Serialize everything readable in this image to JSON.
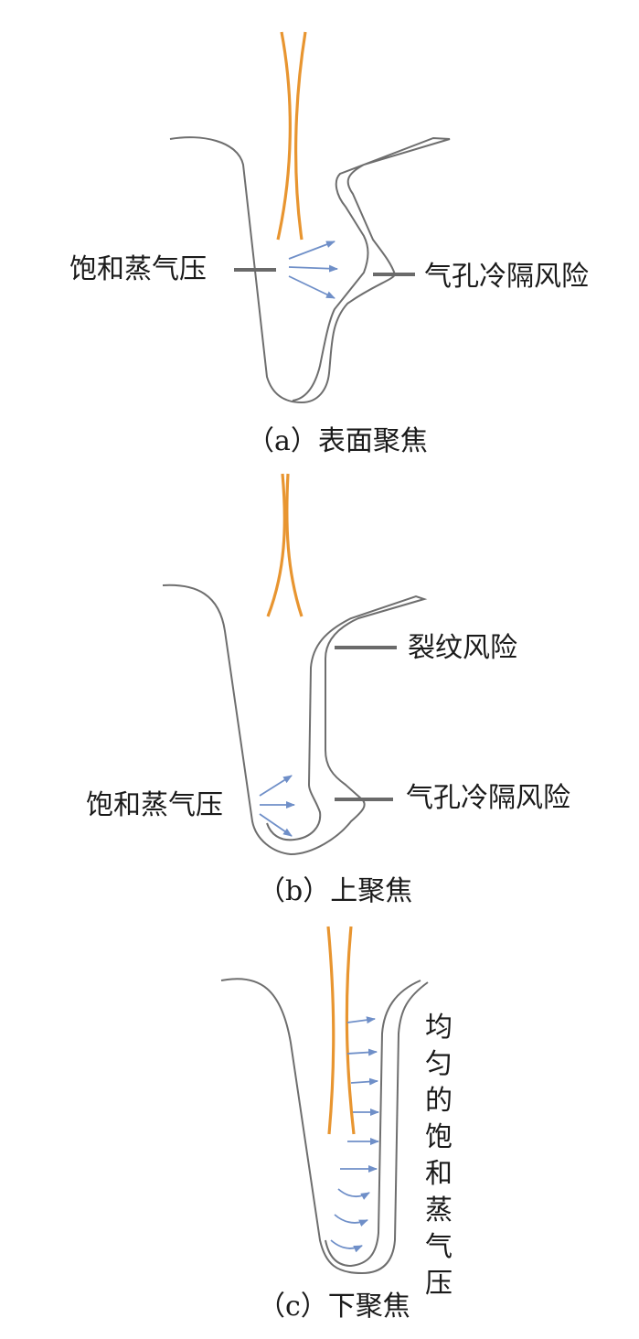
{
  "panels": [
    {
      "id": "a",
      "caption": "（a）表面聚焦",
      "labels": {
        "left": "饱和蒸气压",
        "right": "气孔冷隔风险"
      }
    },
    {
      "id": "b",
      "caption": "（b）上聚焦",
      "labels": {
        "left": "饱和蒸气压",
        "upper_right": "裂纹风险",
        "right": "气孔冷隔风险"
      }
    },
    {
      "id": "c",
      "caption": "（c）下聚焦",
      "labels": {
        "vertical": "均匀的饱和蒸气压"
      }
    }
  ],
  "colors": {
    "keyhole_wall": "#6e6e6e",
    "laser_beam": "#e89530",
    "vapor_arrows": "#6f8fc8",
    "leader_lines": "#6a6a6a",
    "text": "#1a1a1a"
  }
}
